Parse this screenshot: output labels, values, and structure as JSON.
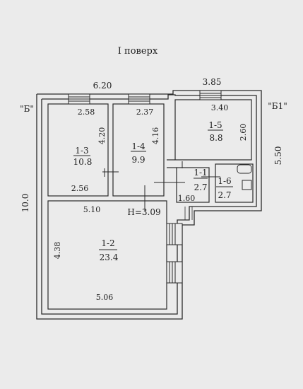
{
  "title": "I поверх",
  "labels": {
    "letter_left": "\"Б\"",
    "letter_right": "\"Б1\"",
    "height": "H=3.09"
  },
  "dimensions": {
    "top_left_width": "6.20",
    "top_right_width": "3.85",
    "left_total_height": "10.0",
    "right_height": "5.50",
    "r13_top": "2.58",
    "r13_bottom": "2.56",
    "r13_side": "4.20",
    "r14_top": "2.37",
    "r14_side": "4.16",
    "r15_top": "3.40",
    "r15_side": "2.60",
    "r12_top": "5.10",
    "r12_bottom": "5.06",
    "r12_side": "4.38",
    "r11_width": "1.60"
  },
  "rooms": [
    {
      "id": "1-3",
      "area": "10.8"
    },
    {
      "id": "1-4",
      "area": "9.9"
    },
    {
      "id": "1-5",
      "area": "8.8"
    },
    {
      "id": "1-1",
      "area": "2.7"
    },
    {
      "id": "1-6",
      "area": "2.7"
    },
    {
      "id": "1-2",
      "area": "23.4"
    }
  ]
}
